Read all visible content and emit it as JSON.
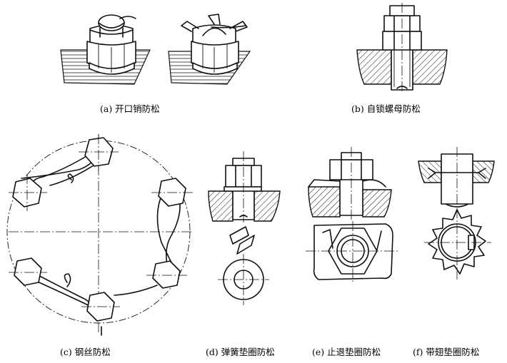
{
  "figures": [
    {
      "id": "a",
      "caption": "(a)  开口销防松"
    },
    {
      "id": "b",
      "caption": "(b)  自锁螺母防松"
    },
    {
      "id": "c",
      "caption": "(c)  钢丝防松"
    },
    {
      "id": "d",
      "caption": "(d)  弹簧垫圈防松"
    },
    {
      "id": "e",
      "caption": "(e)  止退垫圈防松"
    },
    {
      "id": "f",
      "caption": "(f)  带翅垫圈防松"
    }
  ],
  "marks": {
    "wire_tail_label": "I"
  },
  "colors": {
    "line": "#111111",
    "background": "#ffffff"
  }
}
